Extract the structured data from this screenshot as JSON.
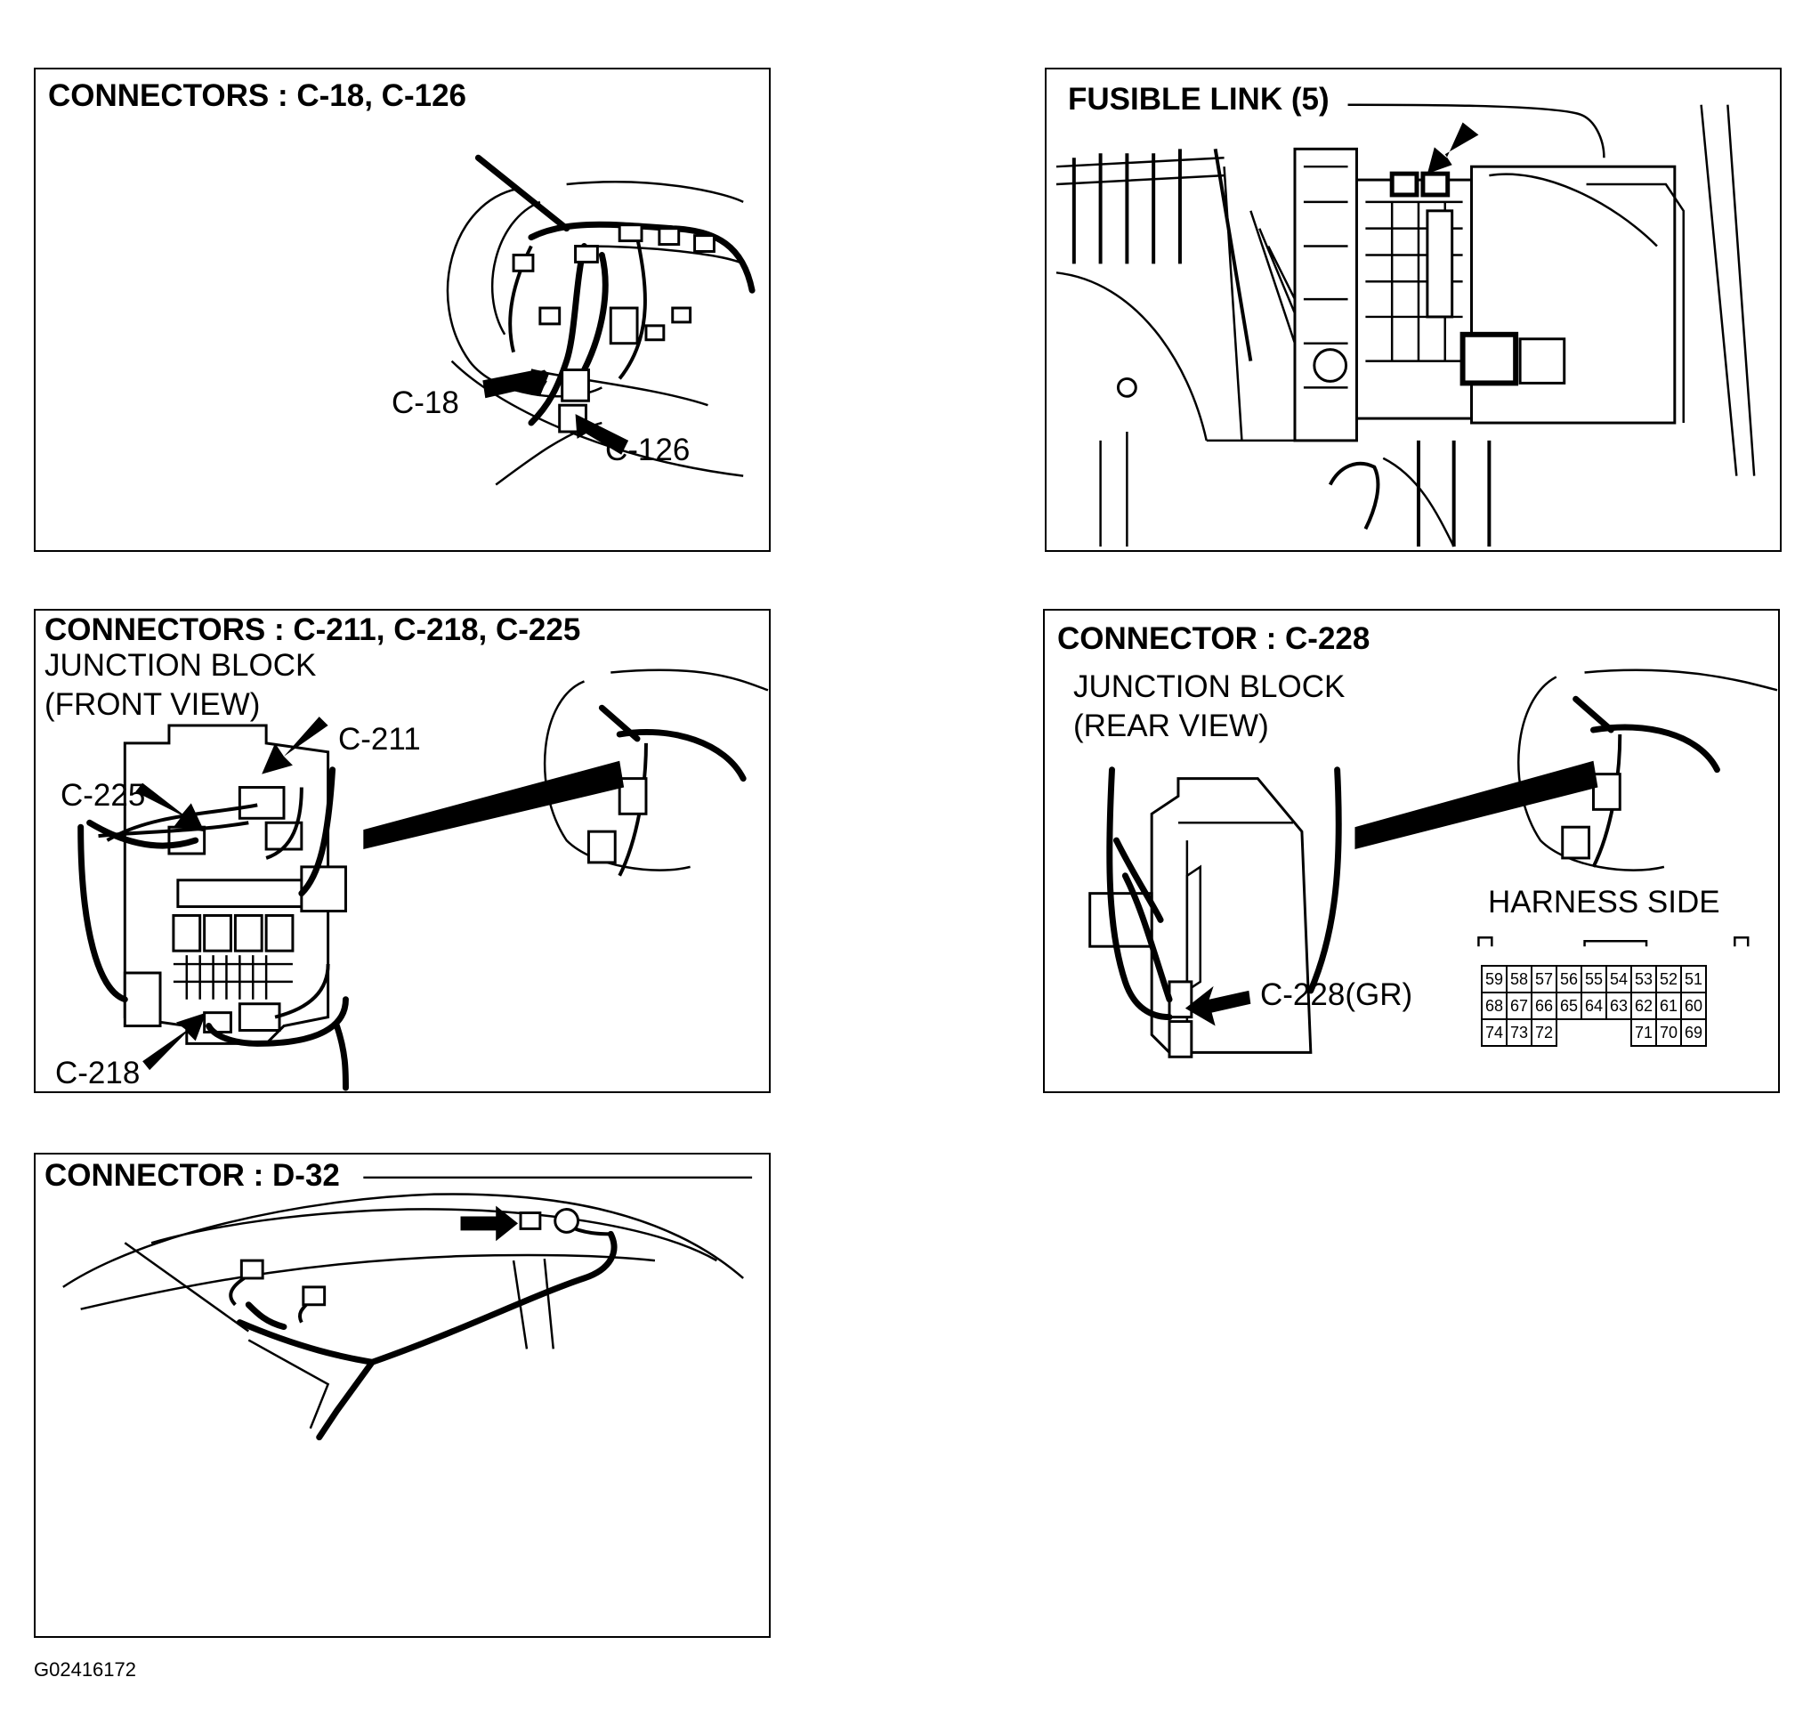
{
  "panels": {
    "p1": {
      "title": "CONNECTORS : C-18, C-126",
      "labels": [
        "C-18",
        "C-126"
      ]
    },
    "p2": {
      "title": "FUSIBLE LINK (5)"
    },
    "p3": {
      "title": "CONNECTORS : C-211, C-218, C-225",
      "subtitle1": "JUNCTION BLOCK",
      "subtitle2": "(FRONT VIEW)",
      "labels": [
        "C-211",
        "C-225",
        "C-218"
      ]
    },
    "p4": {
      "title": "CONNECTOR : C-228",
      "subtitle1": "JUNCTION BLOCK",
      "subtitle2": "(REAR VIEW)",
      "connector_label": "C-228(GR)",
      "harness_label": "HARNESS SIDE",
      "pins": [
        [
          "59",
          "58",
          "57",
          "56",
          "55",
          "54",
          "53",
          "52",
          "51"
        ],
        [
          "68",
          "67",
          "66",
          "65",
          "64",
          "63",
          "62",
          "61",
          "60"
        ],
        [
          "74",
          "73",
          "72",
          "",
          "",
          "",
          "71",
          "70",
          "69"
        ]
      ]
    },
    "p5": {
      "title": "CONNECTOR : D-32"
    }
  },
  "figure_code": "G02416172"
}
